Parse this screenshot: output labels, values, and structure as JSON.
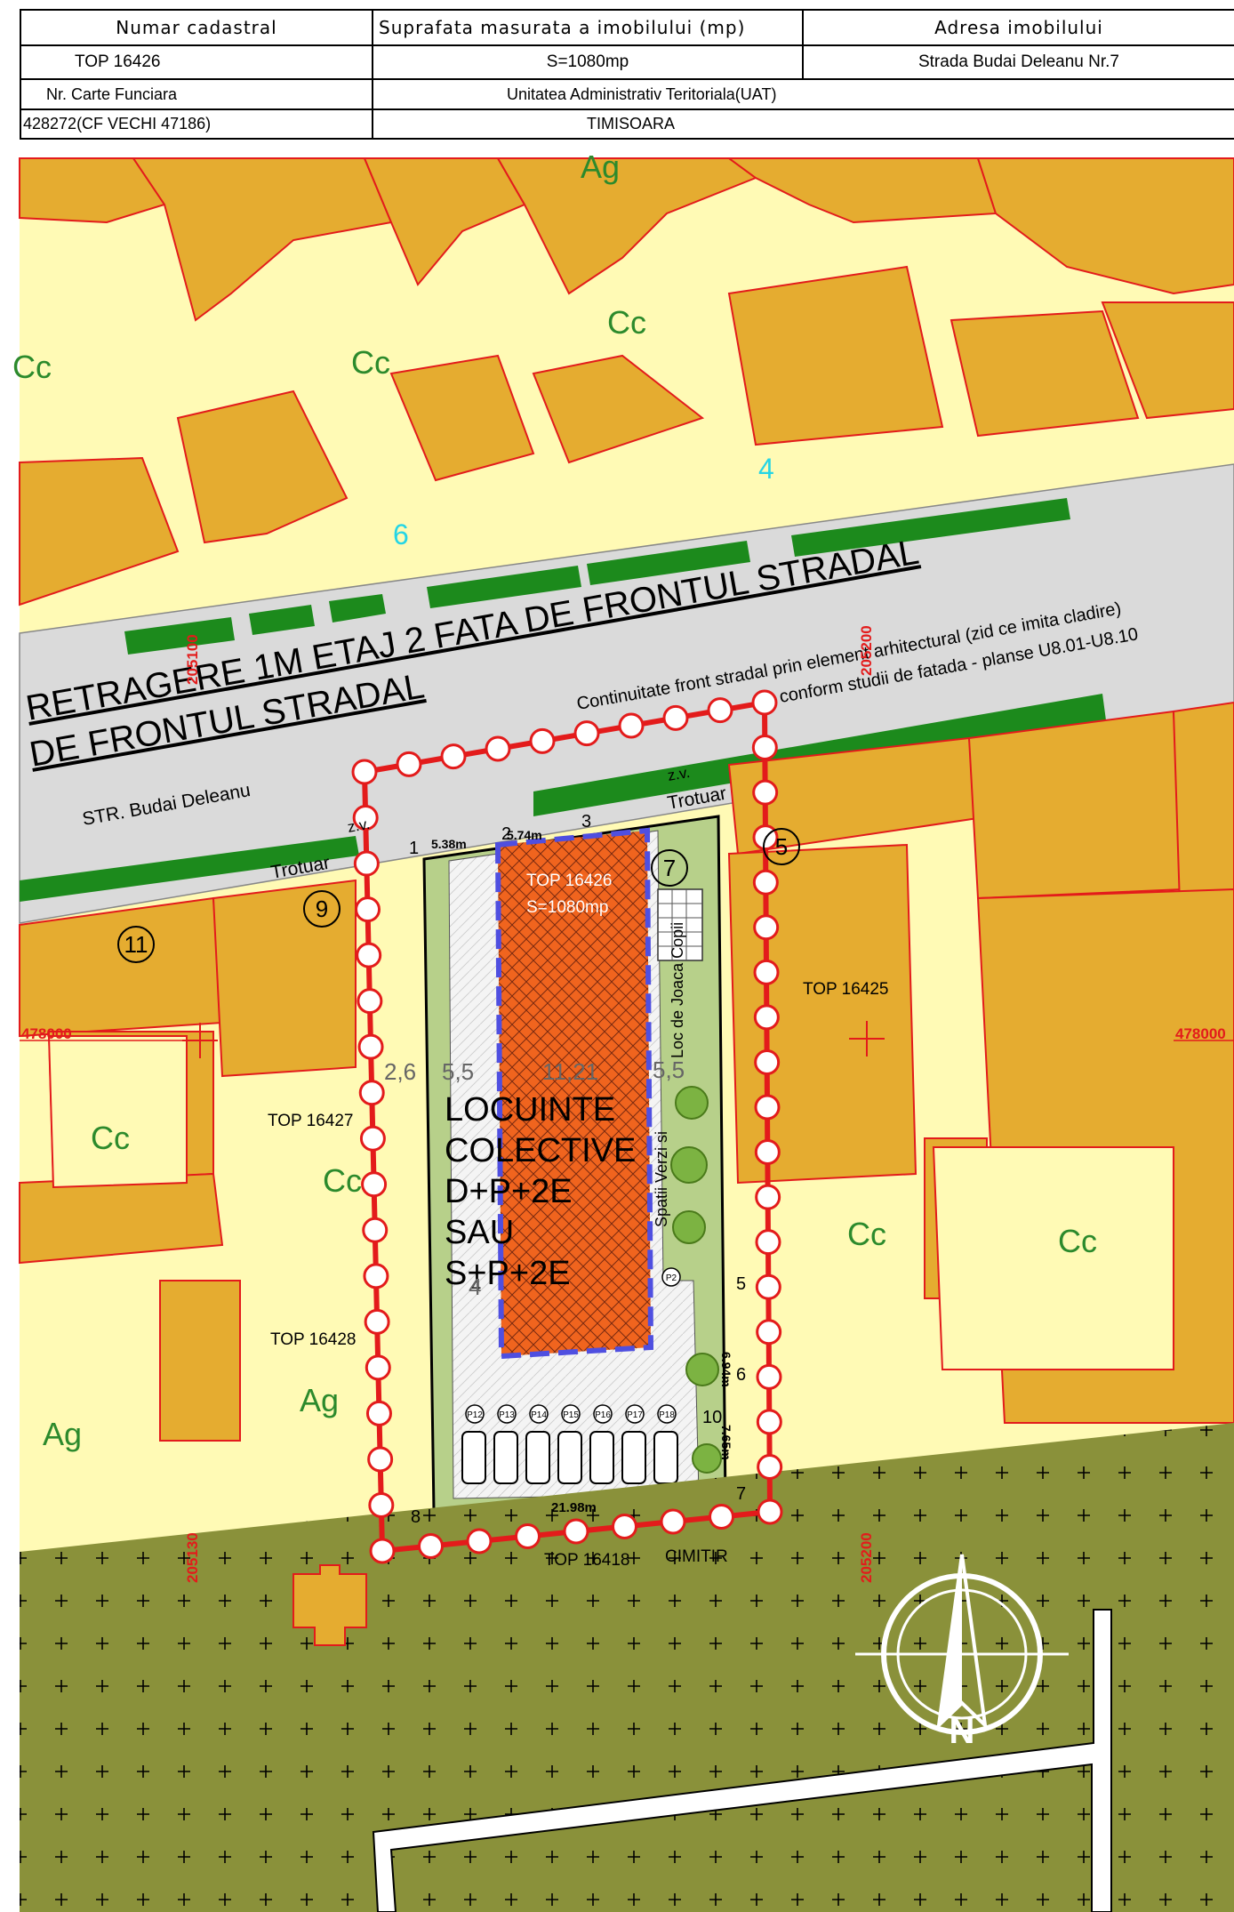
{
  "header": {
    "col1_title": "Numar cadastral",
    "col2_title": "Suprafata masurata a imobilului (mp)",
    "col3_title": "Adresa imobilului",
    "cadastral_number": "TOP 16426",
    "surface": "S=1080mp",
    "address": "Strada Budai Deleanu Nr.7",
    "land_book_label": "Nr. Carte Funciara",
    "uat_label": "Unitatea Administrativ Teritoriala(UAT)",
    "land_book_number": "428272(CF VECHI 47186)",
    "uat_value": "TIMISOARA"
  },
  "map": {
    "zones": {
      "ag": "Ag",
      "cc": "Cc"
    },
    "street_numbers": [
      "6",
      "4"
    ],
    "retreat_note_line1": "RETRAGERE 1M ETAJ 2  FATA DE FRONTUL STRADAL",
    "retreat_note_line2": "DE FRONTUL STRADAL",
    "continuity_note_line1": "Continuitate front stradal prin element arhitectural (zid ce imita cladire)",
    "continuity_note_line2": "conform studii de fatada - planse U8.01-U8.10",
    "street_name": "STR. Budai Deleanu",
    "sidewalk": "Trotuar",
    "green_zone": "z.v.",
    "plot_top": "TOP 16426",
    "plot_area": "S=1080mp",
    "building_line1": "LOCUINTE",
    "building_line2": "COLECTIVE",
    "building_line3": "D+P+2E",
    "building_line4": "SAU",
    "building_line5": "S+P+2E",
    "green_spaces": "Spatii Verzi si",
    "playground": "Loc de Joaca Copii",
    "parcels": {
      "top_16425": "TOP 16425",
      "top_16427": "TOP 16427",
      "top_16428": "TOP 16428",
      "top_16418": "TOP 16418",
      "cemetery": "CIMITIR"
    },
    "circled_numbers": [
      "9",
      "11",
      "7",
      "5"
    ],
    "vertex_numbers": [
      "1",
      "2",
      "3",
      "4",
      "5",
      "6",
      "7",
      "8",
      "10"
    ],
    "dimensions": {
      "d1": "5.38m",
      "d2": "5.74m",
      "d3": "6.94m",
      "d4": "7.65m",
      "d5": "21.98m",
      "w1": "2,6",
      "w2": "5,5",
      "w3": "11,21",
      "w4": "5,5",
      "w5": "4"
    },
    "coordinates": {
      "north_left": "478000",
      "north_right": "478000",
      "east_left_top": "205100",
      "east_right_top": "205200",
      "east_left_bottom": "205130",
      "east_right_bottom": "205200"
    },
    "parking_labels": [
      "P12",
      "P13",
      "P14",
      "P15",
      "P16",
      "P17",
      "P18"
    ],
    "parking_other": [
      "P2"
    ],
    "north_letter": "N",
    "colors": {
      "building": "#E5AC30",
      "yard": "#FFFAB5",
      "green_strip": "#1C8A1C",
      "street": "#DADADA",
      "cemetery": "#8A913A",
      "limit": "#E31B1B",
      "plot_building": "#F0641E",
      "footprint": "#4F4FE0",
      "zone_text": "#2C8A2C",
      "street_number": "#25D5E5"
    }
  }
}
